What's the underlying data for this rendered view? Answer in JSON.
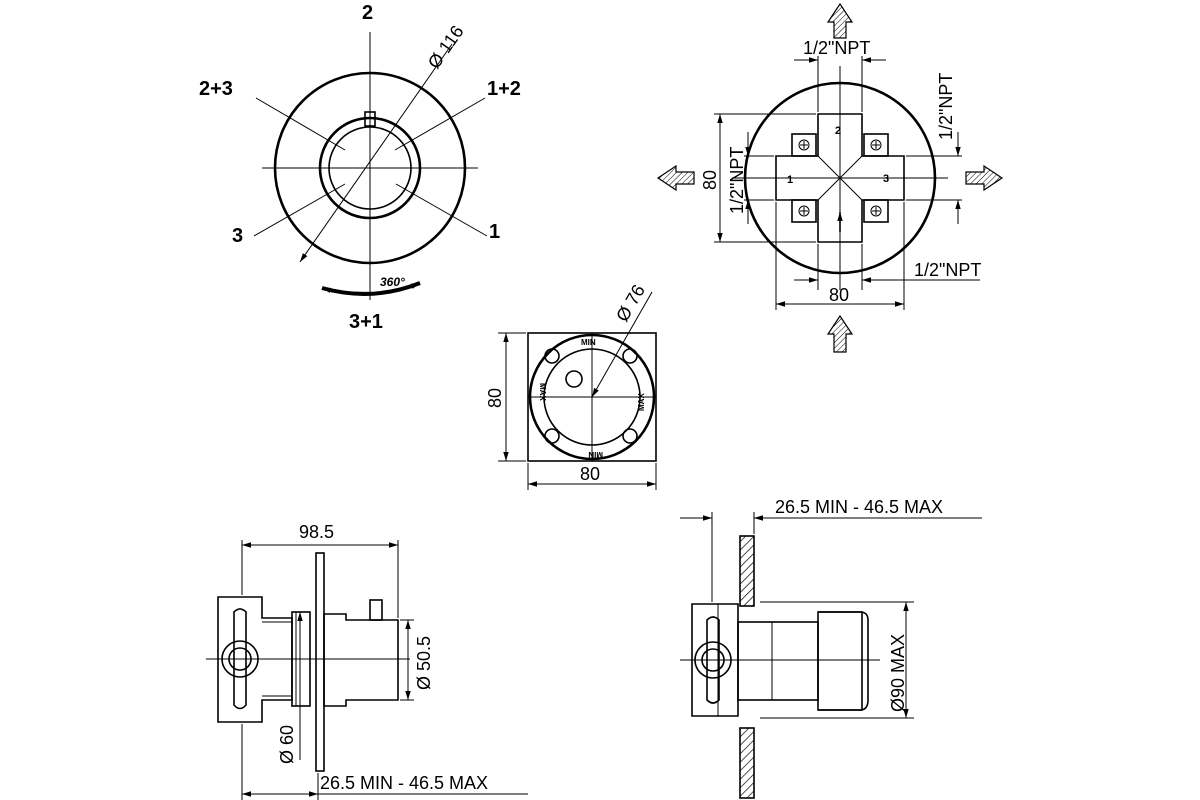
{
  "front_view": {
    "positions": {
      "p2": "2",
      "p2_3": "2+3",
      "p1_2": "1+2",
      "p3": "3",
      "p1": "1",
      "p3_1": "3+1"
    },
    "rotation_label": "360°",
    "diameter_label": "Ø 116"
  },
  "top_right_view": {
    "port_top": "1/2\"NPT",
    "port_right": "1/2\"NPT",
    "port_left": "1/2\"NPT",
    "port_bottom": "1/2\"NPT",
    "height_dim": "80",
    "width_dim": "80",
    "outlet_2": "2",
    "outlet_1": "1",
    "outlet_3": "3"
  },
  "center_view": {
    "diameter_label": "Ø 76",
    "height_dim": "80",
    "width_dim": "80",
    "ring_text_top": "MIN",
    "ring_text_left": "MAX",
    "ring_text_right": "MAX",
    "ring_text_bottom": "MIN"
  },
  "side_view_left": {
    "length_dim": "98.5",
    "knob_diameter": "Ø 50.5",
    "body_diameter": "Ø 60",
    "wall_range": "26.5   MIN  -  46.5  MAX"
  },
  "side_view_right": {
    "wall_range": "26.5   MIN  -  46.5  MAX",
    "max_diameter": "Ø90  MAX"
  }
}
